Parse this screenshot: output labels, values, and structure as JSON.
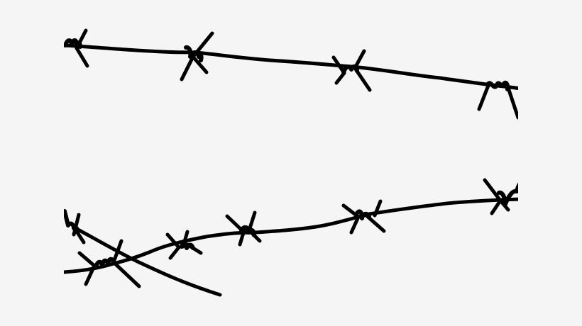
{
  "image": {
    "subject": "Barbed wire clipart",
    "background_color": "#f5f5f5",
    "stroke_color": "#000000",
    "wires": [
      {
        "name": "top-wire",
        "barb_count": 4
      },
      {
        "name": "bottom-wire",
        "barb_count": 5
      },
      {
        "name": "crossing-wire",
        "barb_count": 1
      }
    ]
  }
}
